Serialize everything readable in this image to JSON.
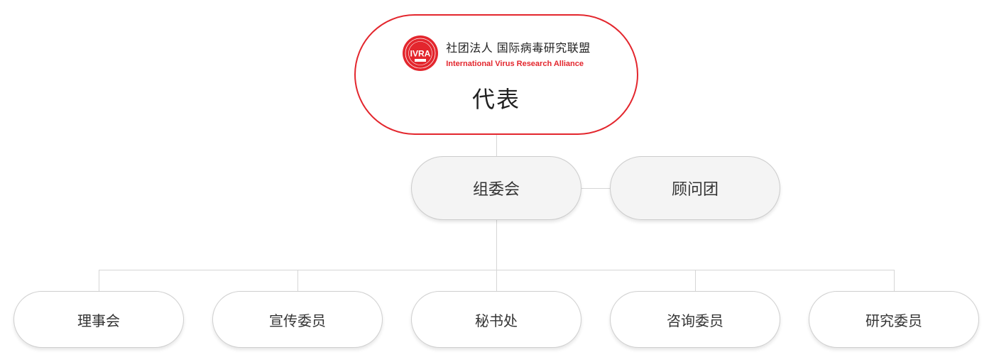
{
  "top": {
    "org_name": "社团法人 国际病毒研究联盟",
    "org_name_en": "International Virus Research Alliance",
    "logo_text": "IVRA",
    "title": "代表"
  },
  "middle": [
    {
      "label": "组委会"
    },
    {
      "label": "顾问团"
    }
  ],
  "bottom": [
    {
      "label": "理事会"
    },
    {
      "label": "宣传委员"
    },
    {
      "label": "秘书处"
    },
    {
      "label": "咨询委员"
    },
    {
      "label": "研究委员"
    }
  ],
  "colors": {
    "accent": "#e3262d",
    "connector": "#d6d6d6",
    "mid_fill": "#f4f4f4"
  }
}
